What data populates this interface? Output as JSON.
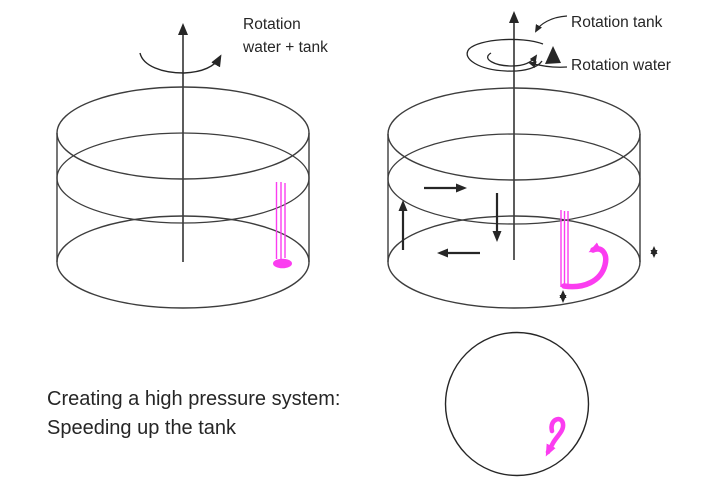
{
  "caption": {
    "line1": "Creating a high pressure system:",
    "line2": "Speeding up the tank"
  },
  "left_tank": {
    "rotation_label_line1": "Rotation",
    "rotation_label_line2": "water + tank"
  },
  "right_tank": {
    "rotation_tank_label": "Rotation tank",
    "rotation_water_label": "Rotation water"
  },
  "colors": {
    "background": "#ffffff",
    "ink": "#262626",
    "softline": "#3d3d3d",
    "magenta": "#fb3df0",
    "text": "#262626"
  }
}
